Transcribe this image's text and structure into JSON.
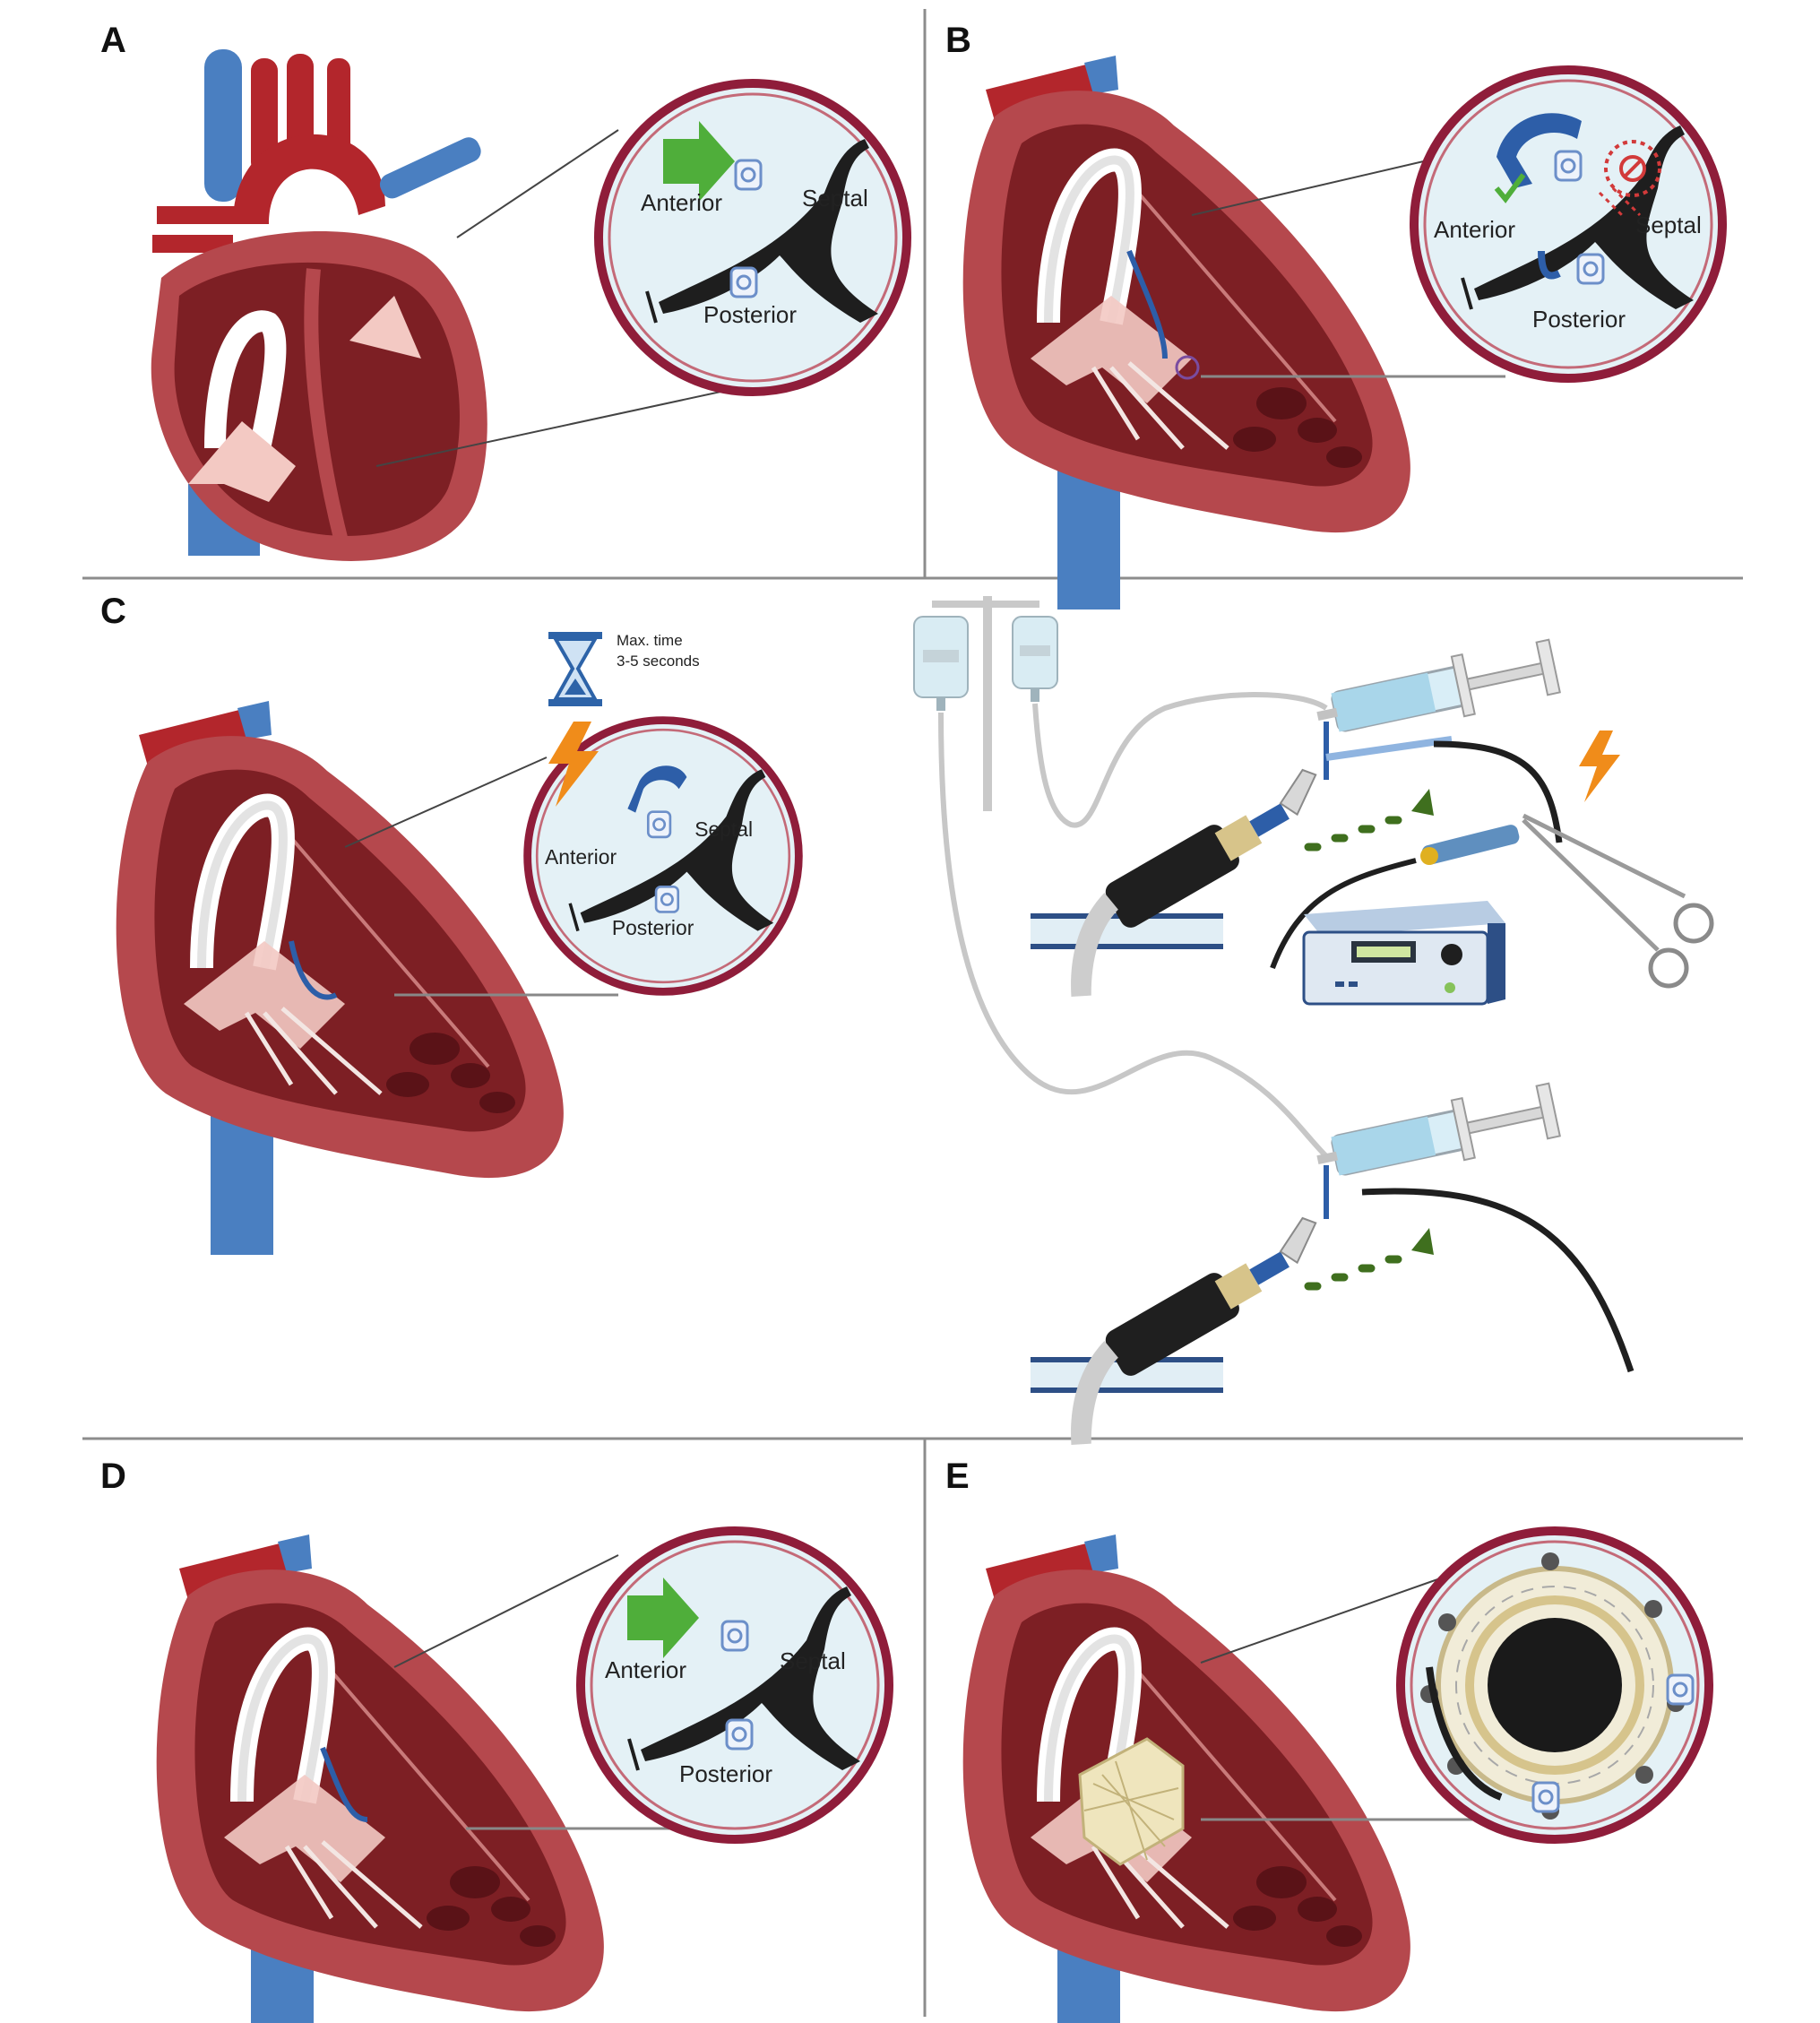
{
  "panels": {
    "a": {
      "letter": "A",
      "labels": {
        "anterior": "Anterior",
        "septal": "Septal",
        "posterior": "Posterior"
      }
    },
    "b": {
      "letter": "B",
      "labels": {
        "anterior": "Anterior",
        "septal": "Septal",
        "posterior": "Posterior"
      }
    },
    "c": {
      "letter": "C",
      "labels": {
        "anterior": "Anterior",
        "septal": "Septal",
        "posterior": "Posterior"
      },
      "timer_line1": "Max. time",
      "timer_line2": "3-5 seconds"
    },
    "d": {
      "letter": "D",
      "labels": {
        "anterior": "Anterior",
        "septal": "Septal",
        "posterior": "Posterior"
      }
    },
    "e": {
      "letter": "E"
    }
  },
  "colors": {
    "myocardium": "#b5484d",
    "myocardium_dark": "#7d1f24",
    "myocardium_light": "#d98a85",
    "vein_blue": "#4a7fc1",
    "artery_red": "#b3262c",
    "zoom_ring": "#8f1d3a",
    "zoom_fill": "#e4f1f6",
    "leaflet": "#1e1e1e",
    "arrow_green": "#4fae3a",
    "dash_green": "#3f6f1e",
    "bolt_orange": "#f08c1a",
    "hourglass_blue": "#2d63a8"
  },
  "icons": [
    "hourglass-icon",
    "lightning-icon",
    "checkmark-icon",
    "no-symbol-icon",
    "arrow-icon",
    "syringe-icon",
    "iv-bag-icon",
    "clamp-icon",
    "generator-icon"
  ]
}
